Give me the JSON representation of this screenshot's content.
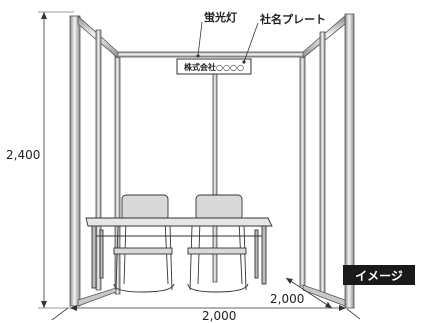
{
  "diagram": {
    "callouts": {
      "light": "蛍光灯",
      "plate": "社名プレート"
    },
    "nameplate_text": "株式会社○○○○",
    "dimensions": {
      "height": "2,400",
      "width": "2,000",
      "depth": "2,000"
    },
    "badge": "イメージ",
    "colors": {
      "frame": "#9a9a9a",
      "frame_highlight": "#f3f3f3",
      "outline": "#333333",
      "table_top": "#e6e6e6",
      "chair": "#d9d9d9",
      "badge_bg": "#1a1a1a",
      "badge_text": "#ffffff"
    }
  }
}
